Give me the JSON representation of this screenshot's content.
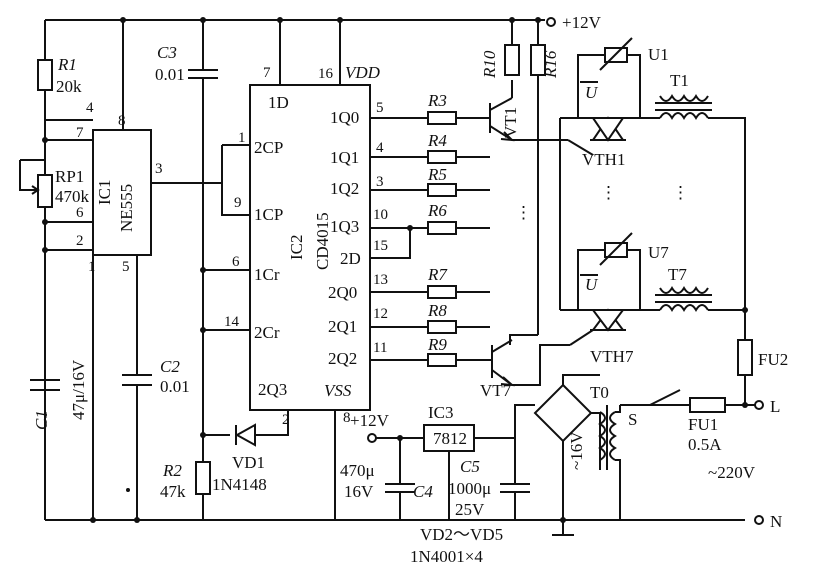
{
  "ic1": {
    "ref": "IC1",
    "part": "NE555",
    "pins": [
      "4",
      "8",
      "7",
      "3",
      "6",
      "2",
      "1",
      "5"
    ]
  },
  "ic2": {
    "ref": "IC2",
    "part": "CD4015",
    "left_pins": [
      {
        "num": "7",
        "name": "1D"
      },
      {
        "num": "1",
        "name": "2CP"
      },
      {
        "num": "9",
        "name": "1CP"
      },
      {
        "num": "6",
        "name": "1Cr"
      },
      {
        "num": "14",
        "name": "2Cr"
      },
      {
        "num": "2",
        "name": "2Q3"
      }
    ],
    "top_pins": [
      {
        "num": "16",
        "name": "VDD"
      }
    ],
    "right_pins": [
      {
        "num": "5",
        "name": "1Q0"
      },
      {
        "num": "4",
        "name": "1Q1"
      },
      {
        "num": "3",
        "name": "1Q2"
      },
      {
        "num": "10",
        "name": "1Q3"
      },
      {
        "num": "15",
        "name": "2D"
      },
      {
        "num": "13",
        "name": "2Q0"
      },
      {
        "num": "12",
        "name": "2Q1"
      },
      {
        "num": "11",
        "name": "2Q2"
      }
    ],
    "bottom_pins": [
      {
        "num": "8",
        "name": "VSS"
      }
    ]
  },
  "ic3": {
    "ref": "IC3",
    "part": "7812"
  },
  "components": {
    "r1": {
      "ref": "R1",
      "value": "20k"
    },
    "rp1": {
      "ref": "RP1",
      "value": "470k"
    },
    "c1": {
      "ref": "C1",
      "value": "47μ/16V"
    },
    "c2": {
      "ref": "C2",
      "value": "0.01"
    },
    "c3": {
      "ref": "C3",
      "value": "0.01"
    },
    "r2": {
      "ref": "R2",
      "value": "47k"
    },
    "vd1": {
      "ref": "VD1",
      "value": "1N4148"
    },
    "r3": {
      "ref": "R3"
    },
    "r4": {
      "ref": "R4"
    },
    "r5": {
      "ref": "R5"
    },
    "r6": {
      "ref": "R6"
    },
    "r7": {
      "ref": "R7"
    },
    "r8": {
      "ref": "R8"
    },
    "r9": {
      "ref": "R9"
    },
    "r10": {
      "ref": "R10"
    },
    "r16": {
      "ref": "R16"
    },
    "vt1": {
      "ref": "VT1"
    },
    "vt7": {
      "ref": "VT7"
    },
    "vth1": {
      "ref": "VTH1"
    },
    "vth7": {
      "ref": "VTH7"
    },
    "u1": {
      "ref": "U1",
      "symbol": "U"
    },
    "u7": {
      "ref": "U7",
      "symbol": "U"
    },
    "t1": {
      "ref": "T1"
    },
    "t7": {
      "ref": "T7"
    },
    "t0": {
      "ref": "T0"
    },
    "fu1": {
      "ref": "FU1",
      "value": "0.5A"
    },
    "fu2": {
      "ref": "FU2"
    },
    "s": {
      "ref": "S"
    },
    "c4": {
      "ref": "C4",
      "value1": "470μ",
      "value2": "16V"
    },
    "c5": {
      "ref": "C5",
      "value1": "1000μ",
      "value2": "25V"
    },
    "bridge": {
      "ref": "VD2～VD5",
      "value": "1N4001×4"
    },
    "secondary": {
      "value": "~16V"
    }
  },
  "rails": {
    "vcc_top": "+12V",
    "vcc_reg": "+12V",
    "line": "L",
    "neutral": "N",
    "mains": "~220V"
  },
  "ellipsis": {
    "vertical": "⋮",
    "dots": "⋮"
  }
}
